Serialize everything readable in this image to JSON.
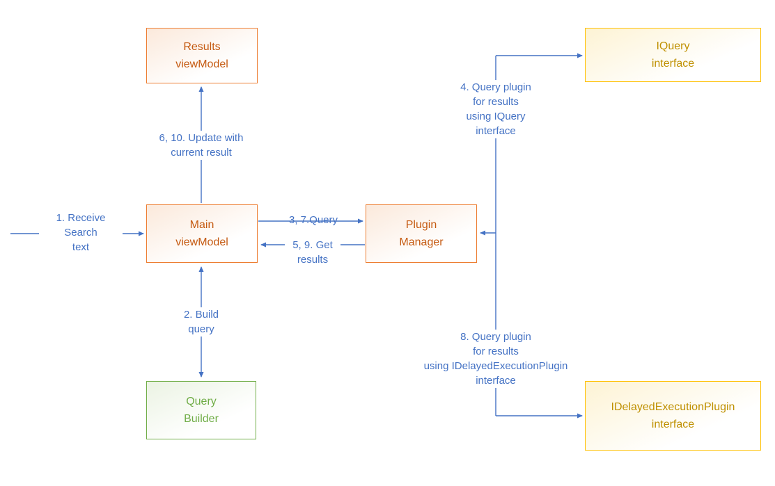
{
  "colors": {
    "connector_blue": "#4472C4",
    "edge_label_text": "#4472C4",
    "orange_border": "#ED7D31",
    "orange_text": "#C55A11",
    "green_border": "#70AD47",
    "green_text": "#70AD47",
    "gold_border": "#FFC000",
    "gold_text": "#BF9000"
  },
  "nodes": {
    "results_viewmodel": {
      "label": "Results\nviewModel"
    },
    "iquery_interface": {
      "label": "IQuery\ninterface"
    },
    "main_viewmodel": {
      "label": "Main\nviewModel"
    },
    "plugin_manager": {
      "label": "Plugin\nManager"
    },
    "query_builder": {
      "label": "Query\nBuilder"
    },
    "idelayedexecutionplugin_interface": {
      "label": "IDelayedExecutionPlugin\ninterface"
    }
  },
  "edge_labels": {
    "receive_search_text": "1. Receive\nSearch\ntext",
    "build_query": "2. Build\nquery",
    "query_3_7": "3, 7.Query",
    "query_plugin_iquery": "4. Query plugin\nfor results\nusing IQuery\ninterface",
    "get_results_5_9": "5, 9. Get\nresults",
    "update_with_current_result": "6, 10. Update with\ncurrent result",
    "query_plugin_idelayed": "8. Query plugin\nfor results\nusing IDelayedExecutionPlugin\ninterface"
  }
}
